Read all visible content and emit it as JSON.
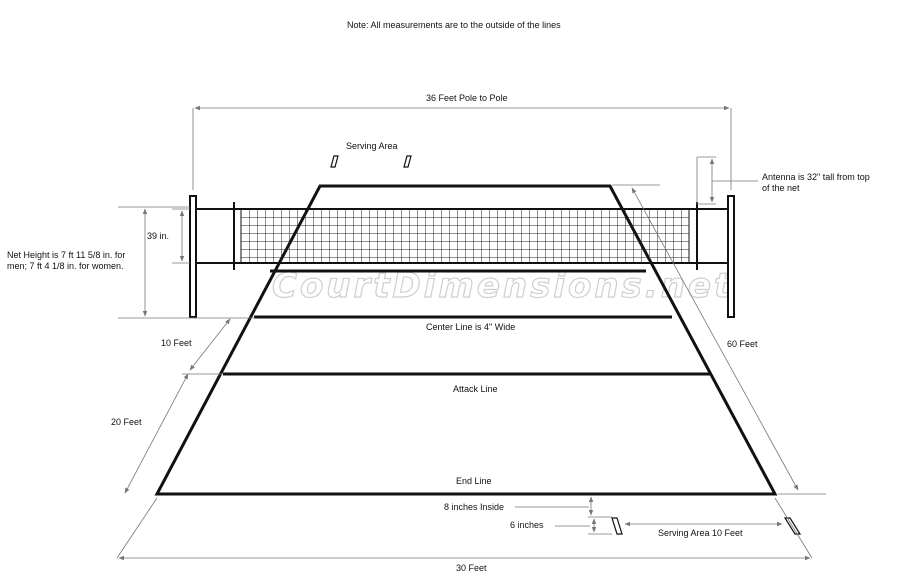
{
  "note": "Note:  All measurements are to the outside of the lines",
  "watermark": "CourtDimensions.net",
  "labels": {
    "pole_to_pole": "36 Feet Pole to Pole",
    "serving_area_top": "Serving Area",
    "antenna": "Antenna is 32\" tall from top of the net",
    "net_height_39": "39 in.",
    "net_height_text": "Net Height is 7 ft 11 5/8 in. for men; 7 ft 4 1/8 in. for women.",
    "ten_feet": "10 Feet",
    "center_line": "Center Line is 4\" Wide",
    "sixty_feet": "60 Feet",
    "attack_line": "Attack Line",
    "twenty_feet": "20 Feet",
    "end_line": "End Line",
    "eight_inches": "8 inches Inside",
    "six_inches": "6 inches",
    "serving_area_bottom": "Serving Area 10 Feet",
    "thirty_feet": "30 Feet"
  },
  "colors": {
    "line": "#111111",
    "dim": "#777777",
    "watermark": "#cfcfcf"
  }
}
